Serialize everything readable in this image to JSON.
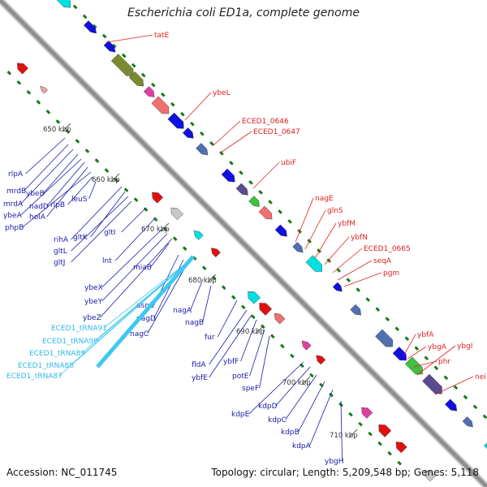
{
  "title": "Escherichia coli ED1a, complete genome",
  "footer": {
    "accession": "Accession: NC_011745",
    "topology": "Topology: circular; Length: 5,209,548 bp; Genes: 5,118"
  },
  "ticks": [
    "650 kbp",
    "660 kbp",
    "670 kbp",
    "680 kbp",
    "690 kbp",
    "700 kbp",
    "710 kbp"
  ],
  "labels_right": [
    "tatE",
    "ybeL",
    "ECED1_0646",
    "ECED1_0647",
    "ubiF",
    "nagE",
    "glnS",
    "ybfM",
    "ybfN",
    "ECED1_0665",
    "seqA",
    "pgm",
    "ybfA",
    "ybgA",
    "phr",
    "ybgI",
    "nei"
  ],
  "labels_left": [
    "rlpA",
    "mrdB",
    "mrdA",
    "ybeB",
    "ybeA",
    "nadD",
    "holA",
    "phpB",
    "rlpB",
    "leuS",
    "rihA",
    "gltK",
    "gltL",
    "gltJ",
    "gltI",
    "lnt",
    "ybeX",
    "ybeY",
    "ybeZ",
    "miaB",
    "asnB",
    "nagD",
    "nagC",
    "nagA",
    "nagB",
    "fur",
    "fldA",
    "ybfE",
    "ybfF",
    "potE",
    "speF",
    "kdpE",
    "kdpD",
    "kdpC",
    "kdpB",
    "kdpA",
    "ybgH"
  ],
  "labels_trna": [
    "ECED1_tRNA91",
    "ECED1_tRNA90",
    "ECED1_tRNA89",
    "ECED1_tRNA88",
    "ECED1_tRNA87"
  ],
  "colors": {
    "backbone": "#8f8f8f",
    "forward_gene": "#1010e0",
    "reverse_gene": "#e01010",
    "trna": "#40c8f0",
    "rrna_cyan": "#00e0e0",
    "olive": "#7a8a2e",
    "pink": "#f07070",
    "steel": "#5070b0",
    "tick_dot": "#1a7a1a",
    "label_right": "#e02020",
    "label_left": "#1a1aaa",
    "label_trna": "#30b8e8"
  }
}
